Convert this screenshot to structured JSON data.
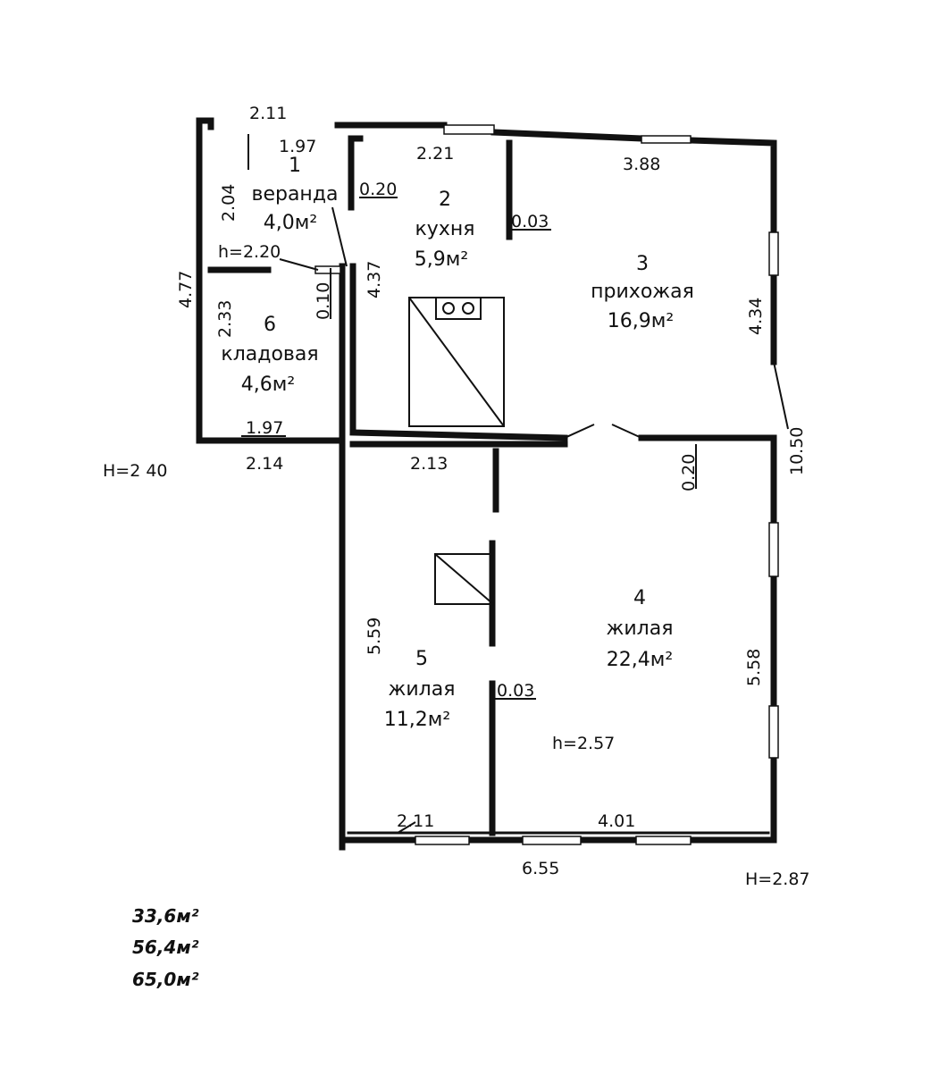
{
  "rooms": [
    {
      "number": "1",
      "name": "веранда",
      "area": "4,0м²"
    },
    {
      "number": "2",
      "name": "кухня",
      "area": "5,9м²"
    },
    {
      "number": "3",
      "name": "прихожая",
      "area": "16,9м²"
    },
    {
      "number": "4",
      "name": "жилая",
      "area": "22,4м²"
    },
    {
      "number": "5",
      "name": "жилая",
      "area": "11,2м²"
    },
    {
      "number": "6",
      "name": "кладовая",
      "area": "4,6м²"
    }
  ],
  "dimensions": {
    "veranda_top": "2.11",
    "veranda_inner": "1.97",
    "veranda_height": "2.04",
    "left_total": "4.77",
    "storage_height": "2.33",
    "storage_inner_width": "1.97",
    "storage_outer_width": "2.14",
    "wall_010": "0.10",
    "wall_020_top": "0.20",
    "kitchen_width": "2.21",
    "kitchen_height": "4.37",
    "wall_003_top": "0.03",
    "hall_width": "3.88",
    "hall_height": "4.34",
    "total_right": "10.50",
    "room5_top": "2.13",
    "wall_020_mid": "0.20",
    "room5_height": "5.59",
    "wall_003_bottom": "0.03",
    "room4_height": "5.58",
    "room5_bottom": "2.11",
    "room4_bottom": "4.01",
    "total_bottom": "6.55"
  },
  "heights": {
    "veranda": "h=2.20",
    "main": "h=2.57",
    "left_building": "H=2 40",
    "right_building": "H=2.87"
  },
  "totals": [
    "33,6м²",
    "56,4м²",
    "65,0м²"
  ]
}
